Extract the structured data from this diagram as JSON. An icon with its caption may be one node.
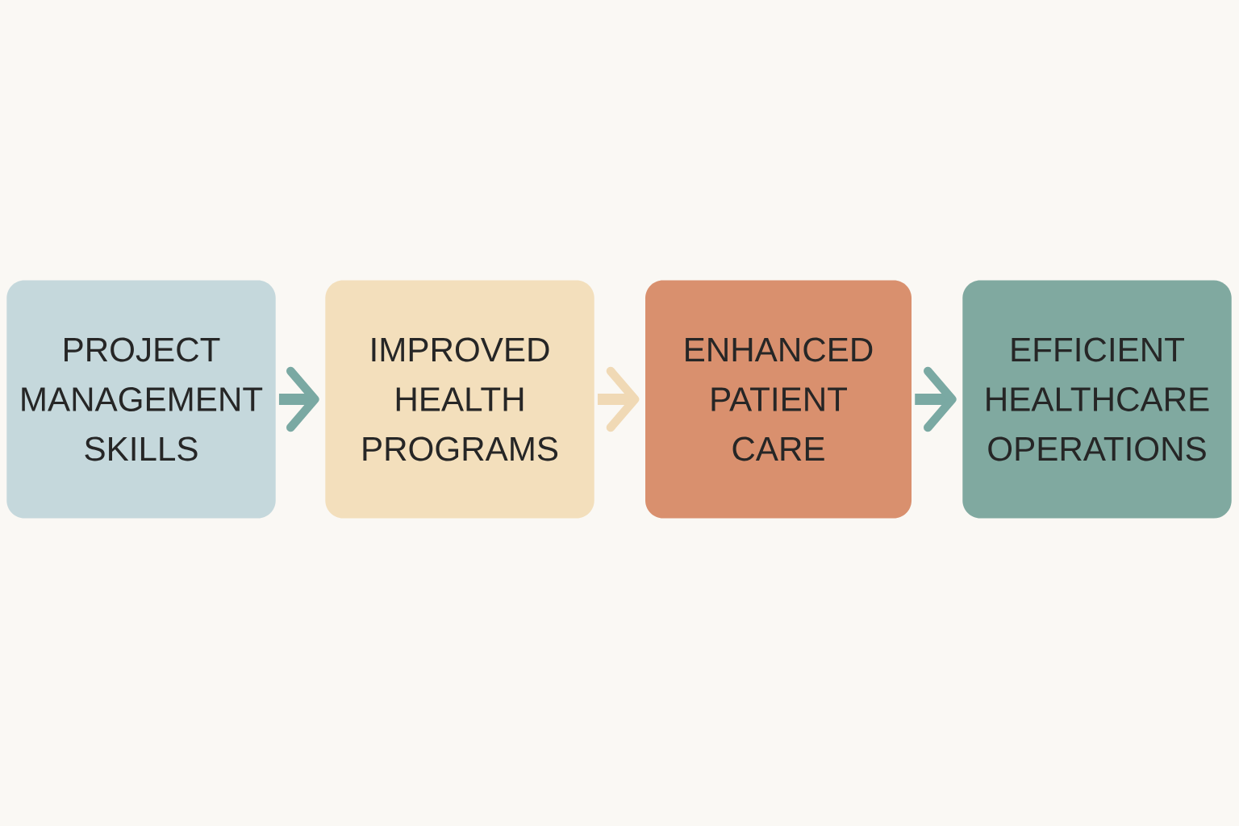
{
  "diagram": {
    "nodes": [
      {
        "text": [
          "PROJECT MANAGEMENT SKILLS"
        ]
      },
      {
        "text": [
          "IMPROVED HEALTH PROGRAMS"
        ]
      },
      {
        "text": [
          "ENHANCED PATIENT CARE"
        ]
      },
      {
        "text": [
          "EFFICIENT HEALTHCARE OPERATIONS"
        ]
      }
    ],
    "edges": [
      {
        "from": 0,
        "to": 1,
        "arrow": "to"
      },
      {
        "from": 1,
        "to": 2,
        "arrow": "to",
        "color": "#f0d9b5"
      },
      {
        "from": 2,
        "to": 3,
        "arrow": "to"
      }
    ]
  }
}
